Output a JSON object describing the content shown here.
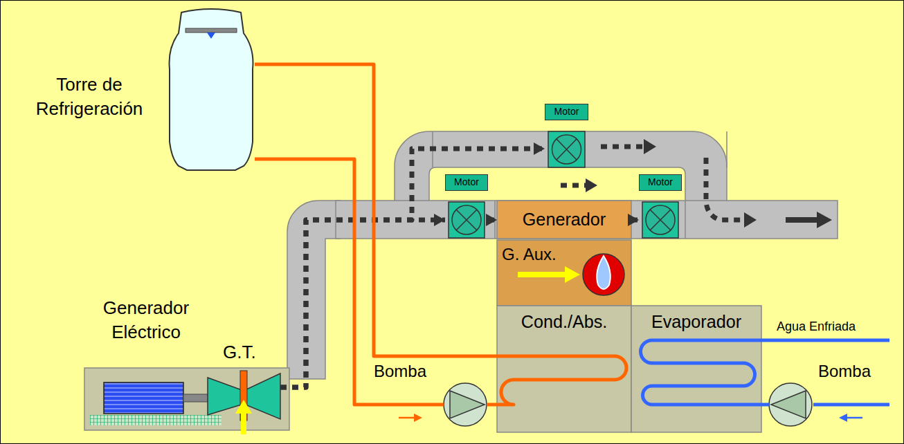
{
  "diagram": {
    "nodes": [
      {
        "text": [
          "Torre de Refrigeración"
        ]
      },
      {
        "text": [
          "Generador Eléctrico"
        ]
      },
      {
        "text": [
          "G.T."
        ],
        "in": 1
      },
      {
        "text": [
          "Motor"
        ]
      },
      {
        "text": [
          "Motor"
        ]
      },
      {
        "text": [
          "Motor"
        ]
      },
      {
        "text": [
          "Generador"
        ]
      },
      {
        "text": [
          "G. Aux."
        ]
      },
      {
        "text": [
          "Cond./Abs."
        ]
      },
      {
        "text": [
          "Evaporador"
        ]
      },
      {
        "text": [
          "Bomba"
        ]
      },
      {
        "text": [
          "Bomba"
        ]
      }
    ],
    "edges": [
      {
        "from": 2,
        "to": 4,
        "arrow": "to"
      },
      {
        "from": 2,
        "to": 3,
        "arrow": "to"
      },
      {
        "from": 4,
        "to": 6,
        "arrow": "to"
      },
      {
        "from": 6,
        "to": 5,
        "arrow": "to"
      },
      {
        "from": 0,
        "to": 8,
        "arrow": "none"
      },
      {
        "from": 0,
        "to": 10,
        "arrow": "none"
      },
      {
        "from": 10,
        "to": 8,
        "arrow": "none"
      },
      {
        "from": 11,
        "to": 9,
        "arrow": "none"
      }
    ],
    "labels": [
      "Agua Enfriada"
    ]
  }
}
